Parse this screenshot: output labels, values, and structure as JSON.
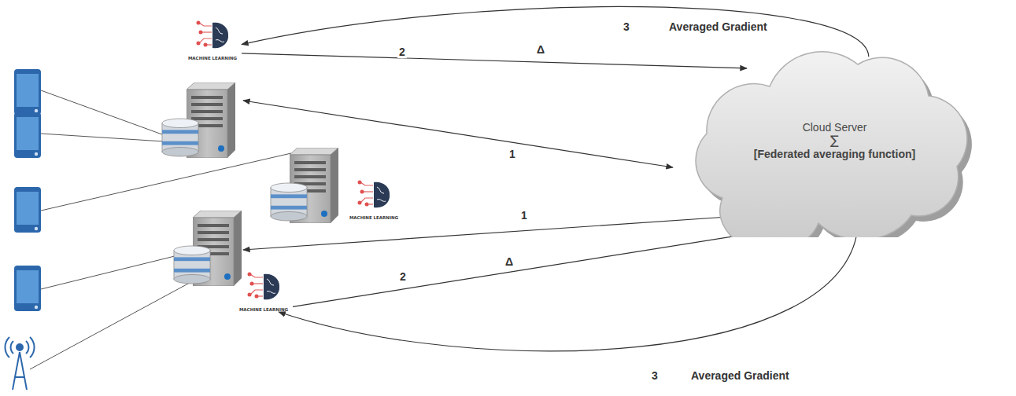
{
  "diagram": {
    "nodes": [
      {
        "text": [
          "MACHINE LEARNING"
        ]
      },
      {
        "text": [
          "MACHINE LEARNING"
        ]
      },
      {
        "text": [
          "MACHINE LEARNING"
        ]
      },
      {
        "text": [
          "Cloud Server",
          "∑",
          "[Federated averaging function]"
        ]
      }
    ],
    "edges": [
      {
        "from": 0,
        "to": 3,
        "arrow": "to"
      },
      {
        "from": 2,
        "to": 3,
        "arrow": "to"
      },
      {
        "from": 3,
        "to": 0,
        "arrow": "to"
      },
      {
        "from": 3,
        "to": 2,
        "arrow": "to"
      }
    ],
    "labels": [
      "3",
      "Averaged Gradient",
      "2",
      "Δ",
      "1",
      "1",
      "2",
      "Δ",
      "3",
      "Averaged Gradient"
    ]
  }
}
